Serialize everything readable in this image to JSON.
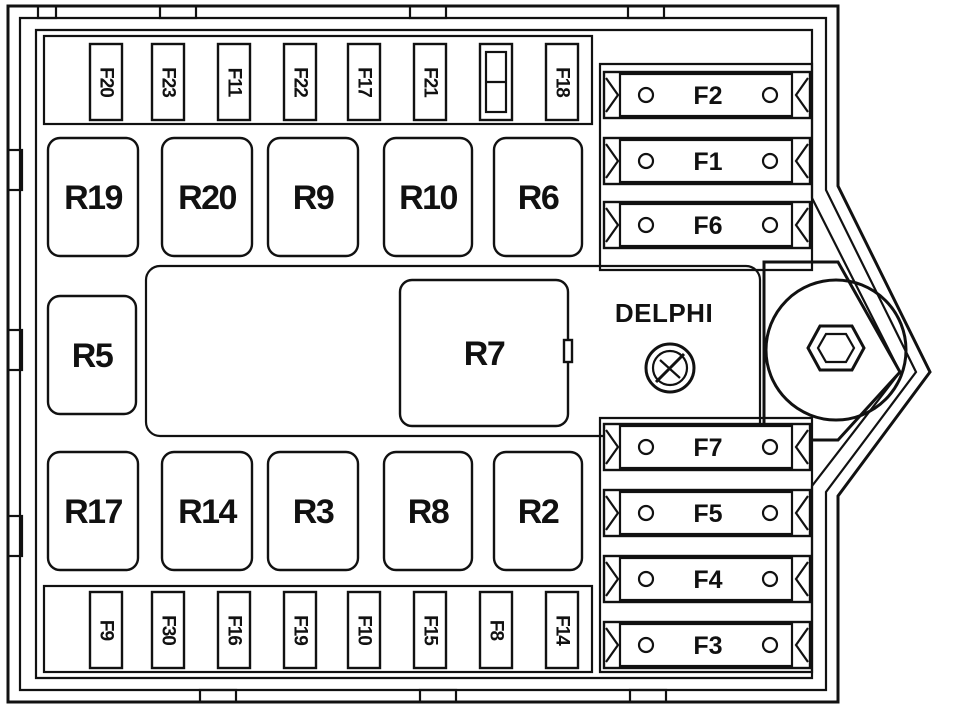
{
  "brand": "DELPHI",
  "relays_top": [
    "R19",
    "R20",
    "R9",
    "R10",
    "R6"
  ],
  "relays_bottom": [
    "R17",
    "R14",
    "R3",
    "R8",
    "R2"
  ],
  "relay_left": "R5",
  "relay_center": "R7",
  "fuses_top": [
    "F20",
    "F23",
    "F11",
    "F22",
    "F17",
    "F21",
    "",
    "F18"
  ],
  "fuses_bottom": [
    "F9",
    "F30",
    "F16",
    "F19",
    "F10",
    "F15",
    "F8",
    "F14"
  ],
  "maxi_fuses_upper": [
    "F2",
    "F1",
    "F6"
  ],
  "maxi_fuses_lower": [
    "F7",
    "F5",
    "F4",
    "F3"
  ]
}
